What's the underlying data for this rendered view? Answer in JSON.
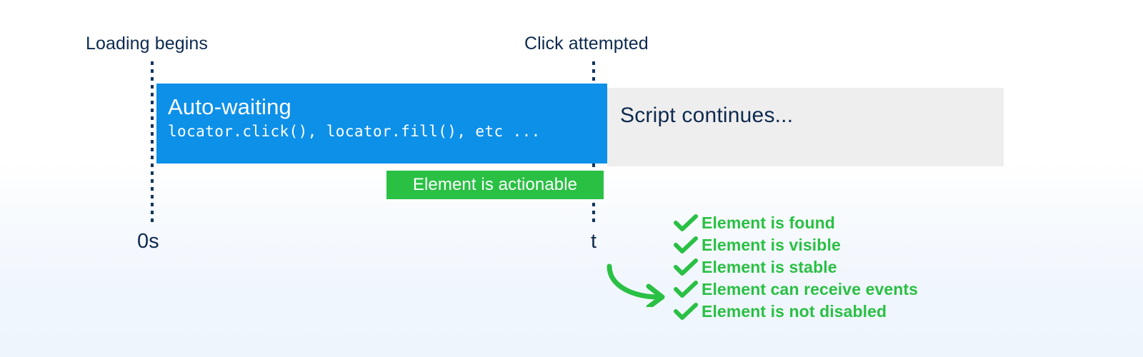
{
  "diagram": {
    "title_markers": {
      "start": "Loading begins",
      "click": "Click attempted"
    },
    "axis_ticks": {
      "start": "0s",
      "end": "t"
    },
    "bars": [
      {
        "id": "auto-waiting",
        "title": "Auto-waiting",
        "code": "locator.click(), locator.fill(), etc ...",
        "color": "#0d90e8"
      },
      {
        "id": "script-continues",
        "title": "Script continues...",
        "color": "#efeeee"
      }
    ],
    "badge": {
      "label": "Element is actionable",
      "color": "#2ac044"
    },
    "checklist": {
      "icon": "check-icon",
      "color": "#2ac044",
      "items": [
        "Element is found",
        "Element is visible",
        "Element is stable",
        "Element can receive events",
        "Element is not disabled"
      ]
    },
    "colors": {
      "accent_blue": "#0d90e8",
      "navy_text": "#0d2a4f",
      "green": "#2ac044",
      "gray_bar": "#efeeee",
      "guide_line": "#12355e"
    }
  }
}
